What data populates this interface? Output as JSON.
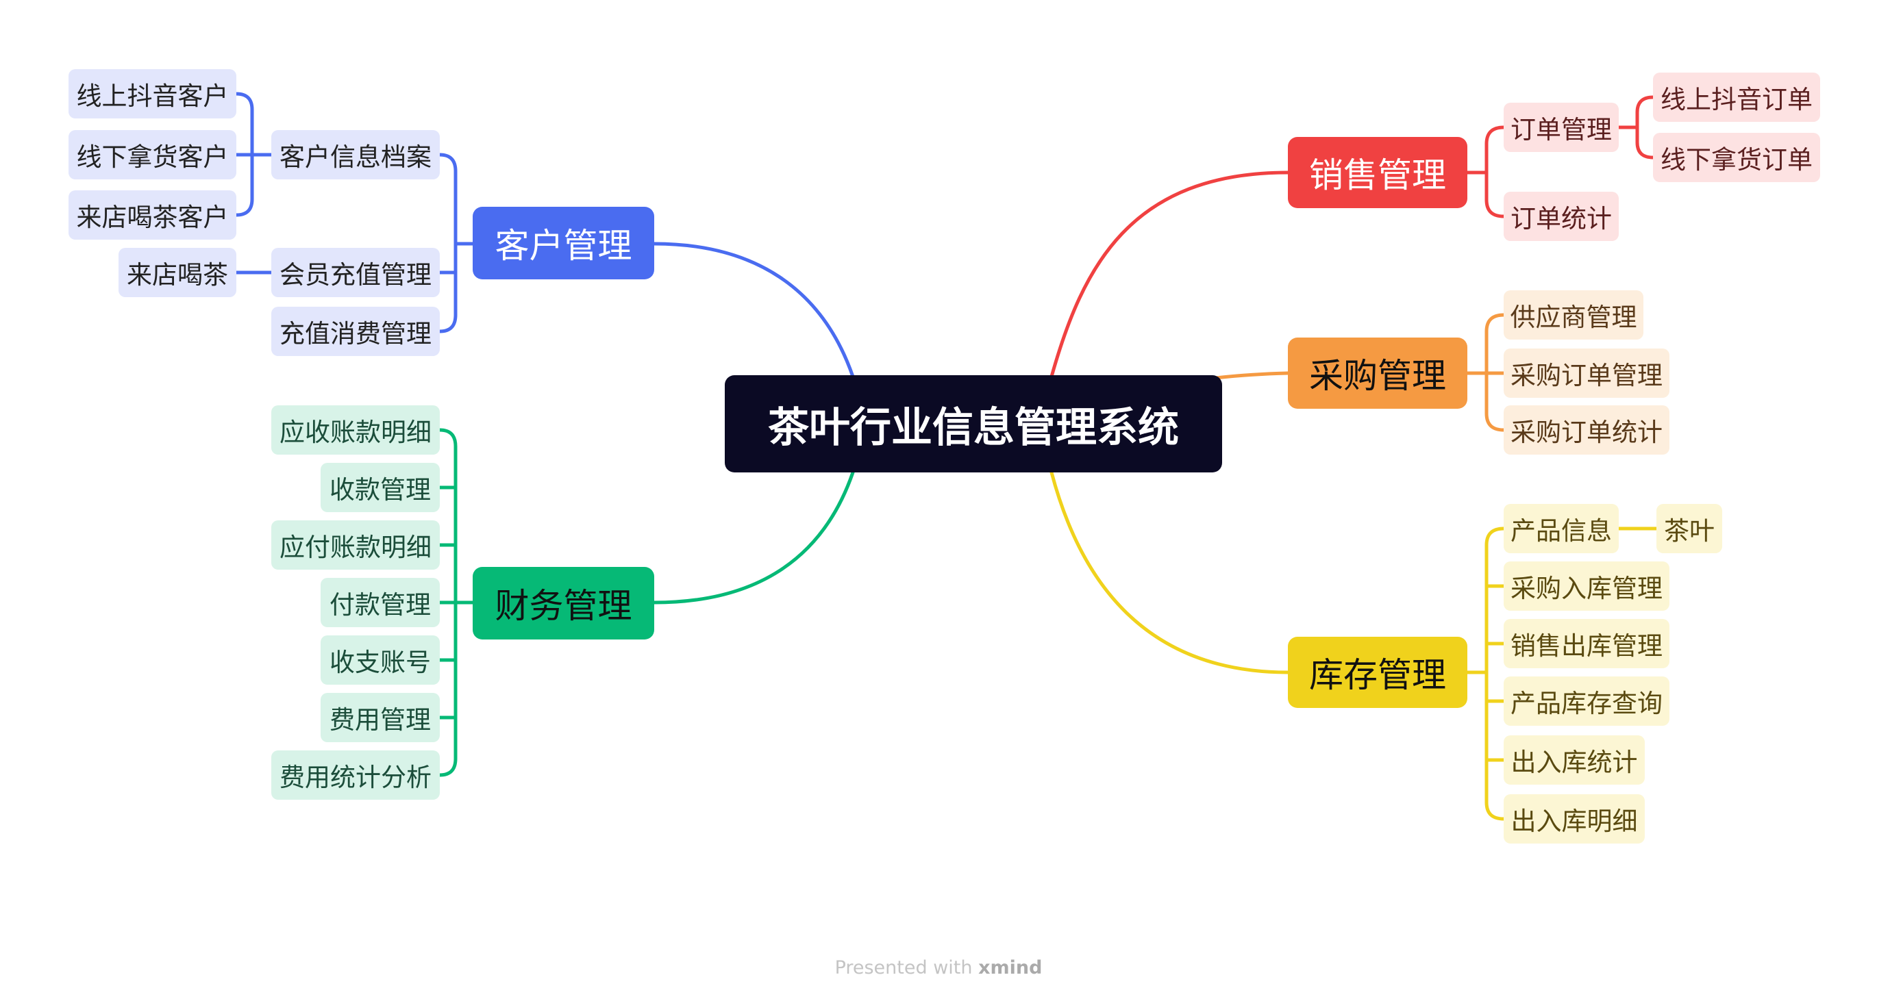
{
  "root": "茶叶行业信息管理系统",
  "branches": {
    "kehu": {
      "label": "客户管理",
      "color": "#4a6cf0",
      "items": {
        "dangan": "客户信息档案",
        "chongzhi": "会员充值管理",
        "xiaofei": "充值消费管理",
        "douyin": "线上抖音客户",
        "nahuo": "线下拿货客户",
        "hecha": "来店喝茶客户",
        "laidian": "来店喝茶"
      }
    },
    "caiwu": {
      "label": "财务管理",
      "color": "#06b976",
      "items": {
        "yingshou": "应收账款明细",
        "shoukuan": "收款管理",
        "yingfu": "应付账款明细",
        "fukuan": "付款管理",
        "zhanghao": "收支账号",
        "feiyong": "费用管理",
        "tongji": "费用统计分析"
      }
    },
    "xiaoshou": {
      "label": "销售管理",
      "color": "#f04141",
      "items": {
        "dingdan": "订单管理",
        "dingdan_tongji": "订单统计",
        "douyin_dingdan": "线上抖音订单",
        "nahuo_dingdan": "线下拿货订单"
      }
    },
    "caigou": {
      "label": "采购管理",
      "color": "#f59a42",
      "items": {
        "gongying": "供应商管理",
        "caigou_dingdan": "采购订单管理",
        "caigou_tongji": "采购订单统计"
      }
    },
    "kucun": {
      "label": "库存管理",
      "color": "#f0d21c",
      "items": {
        "chanpin": "产品信息",
        "chaye": "茶叶",
        "ruku": "采购入库管理",
        "chuku": "销售出库管理",
        "chaxun": "产品库存查询",
        "churu_tongji": "出入库统计",
        "churu_mingxi": "出入库明细"
      }
    }
  },
  "footer": {
    "prefix": "Presented with",
    "brand": "xmind"
  }
}
